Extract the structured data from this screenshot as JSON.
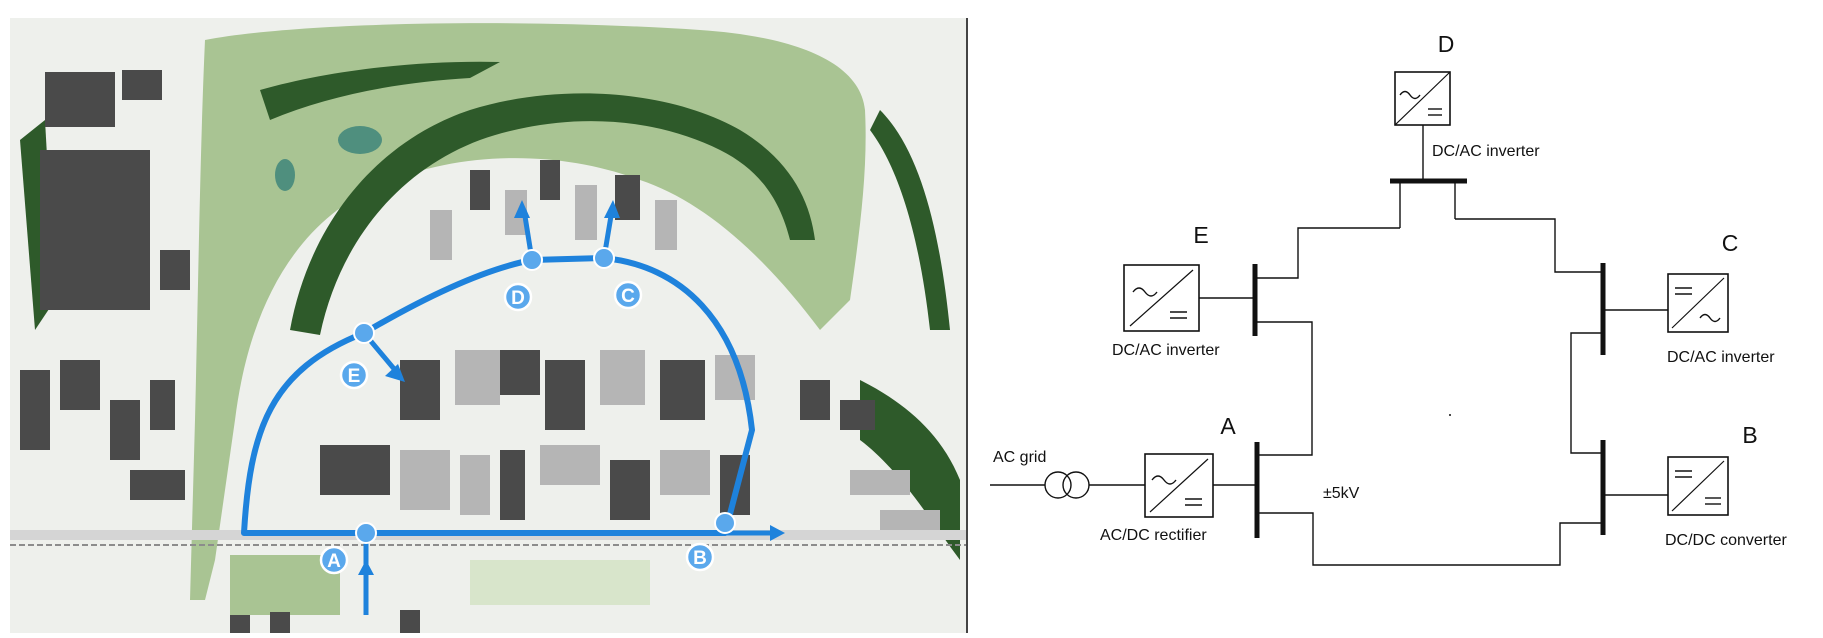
{
  "map": {
    "markers": [
      {
        "id": "A",
        "label": "A"
      },
      {
        "id": "B",
        "label": "B"
      },
      {
        "id": "C",
        "label": "C"
      },
      {
        "id": "D",
        "label": "D"
      },
      {
        "id": "E",
        "label": "E"
      }
    ],
    "colors": {
      "route": "#1e82dc",
      "marker_fill": "#5aa8ec",
      "vegetation_light": "#a9c493",
      "vegetation_dark": "#2e5a2a",
      "building": "#4a4a4a",
      "building_light": "#b5b5b5",
      "ground": "#eef0ec"
    }
  },
  "schematic": {
    "nodes": {
      "A": {
        "letter": "A",
        "caption": "AC/DC rectifier"
      },
      "B": {
        "letter": "B",
        "caption": "DC/DC converter"
      },
      "C": {
        "letter": "C",
        "caption": "DC/AC inverter"
      },
      "D": {
        "letter": "D",
        "caption": "DC/AC inverter"
      },
      "E": {
        "letter": "E",
        "caption": "DC/AC inverter"
      }
    },
    "grid_label": "AC grid",
    "voltage_label": "±5kV",
    "colors": {
      "line": "#111111"
    }
  }
}
